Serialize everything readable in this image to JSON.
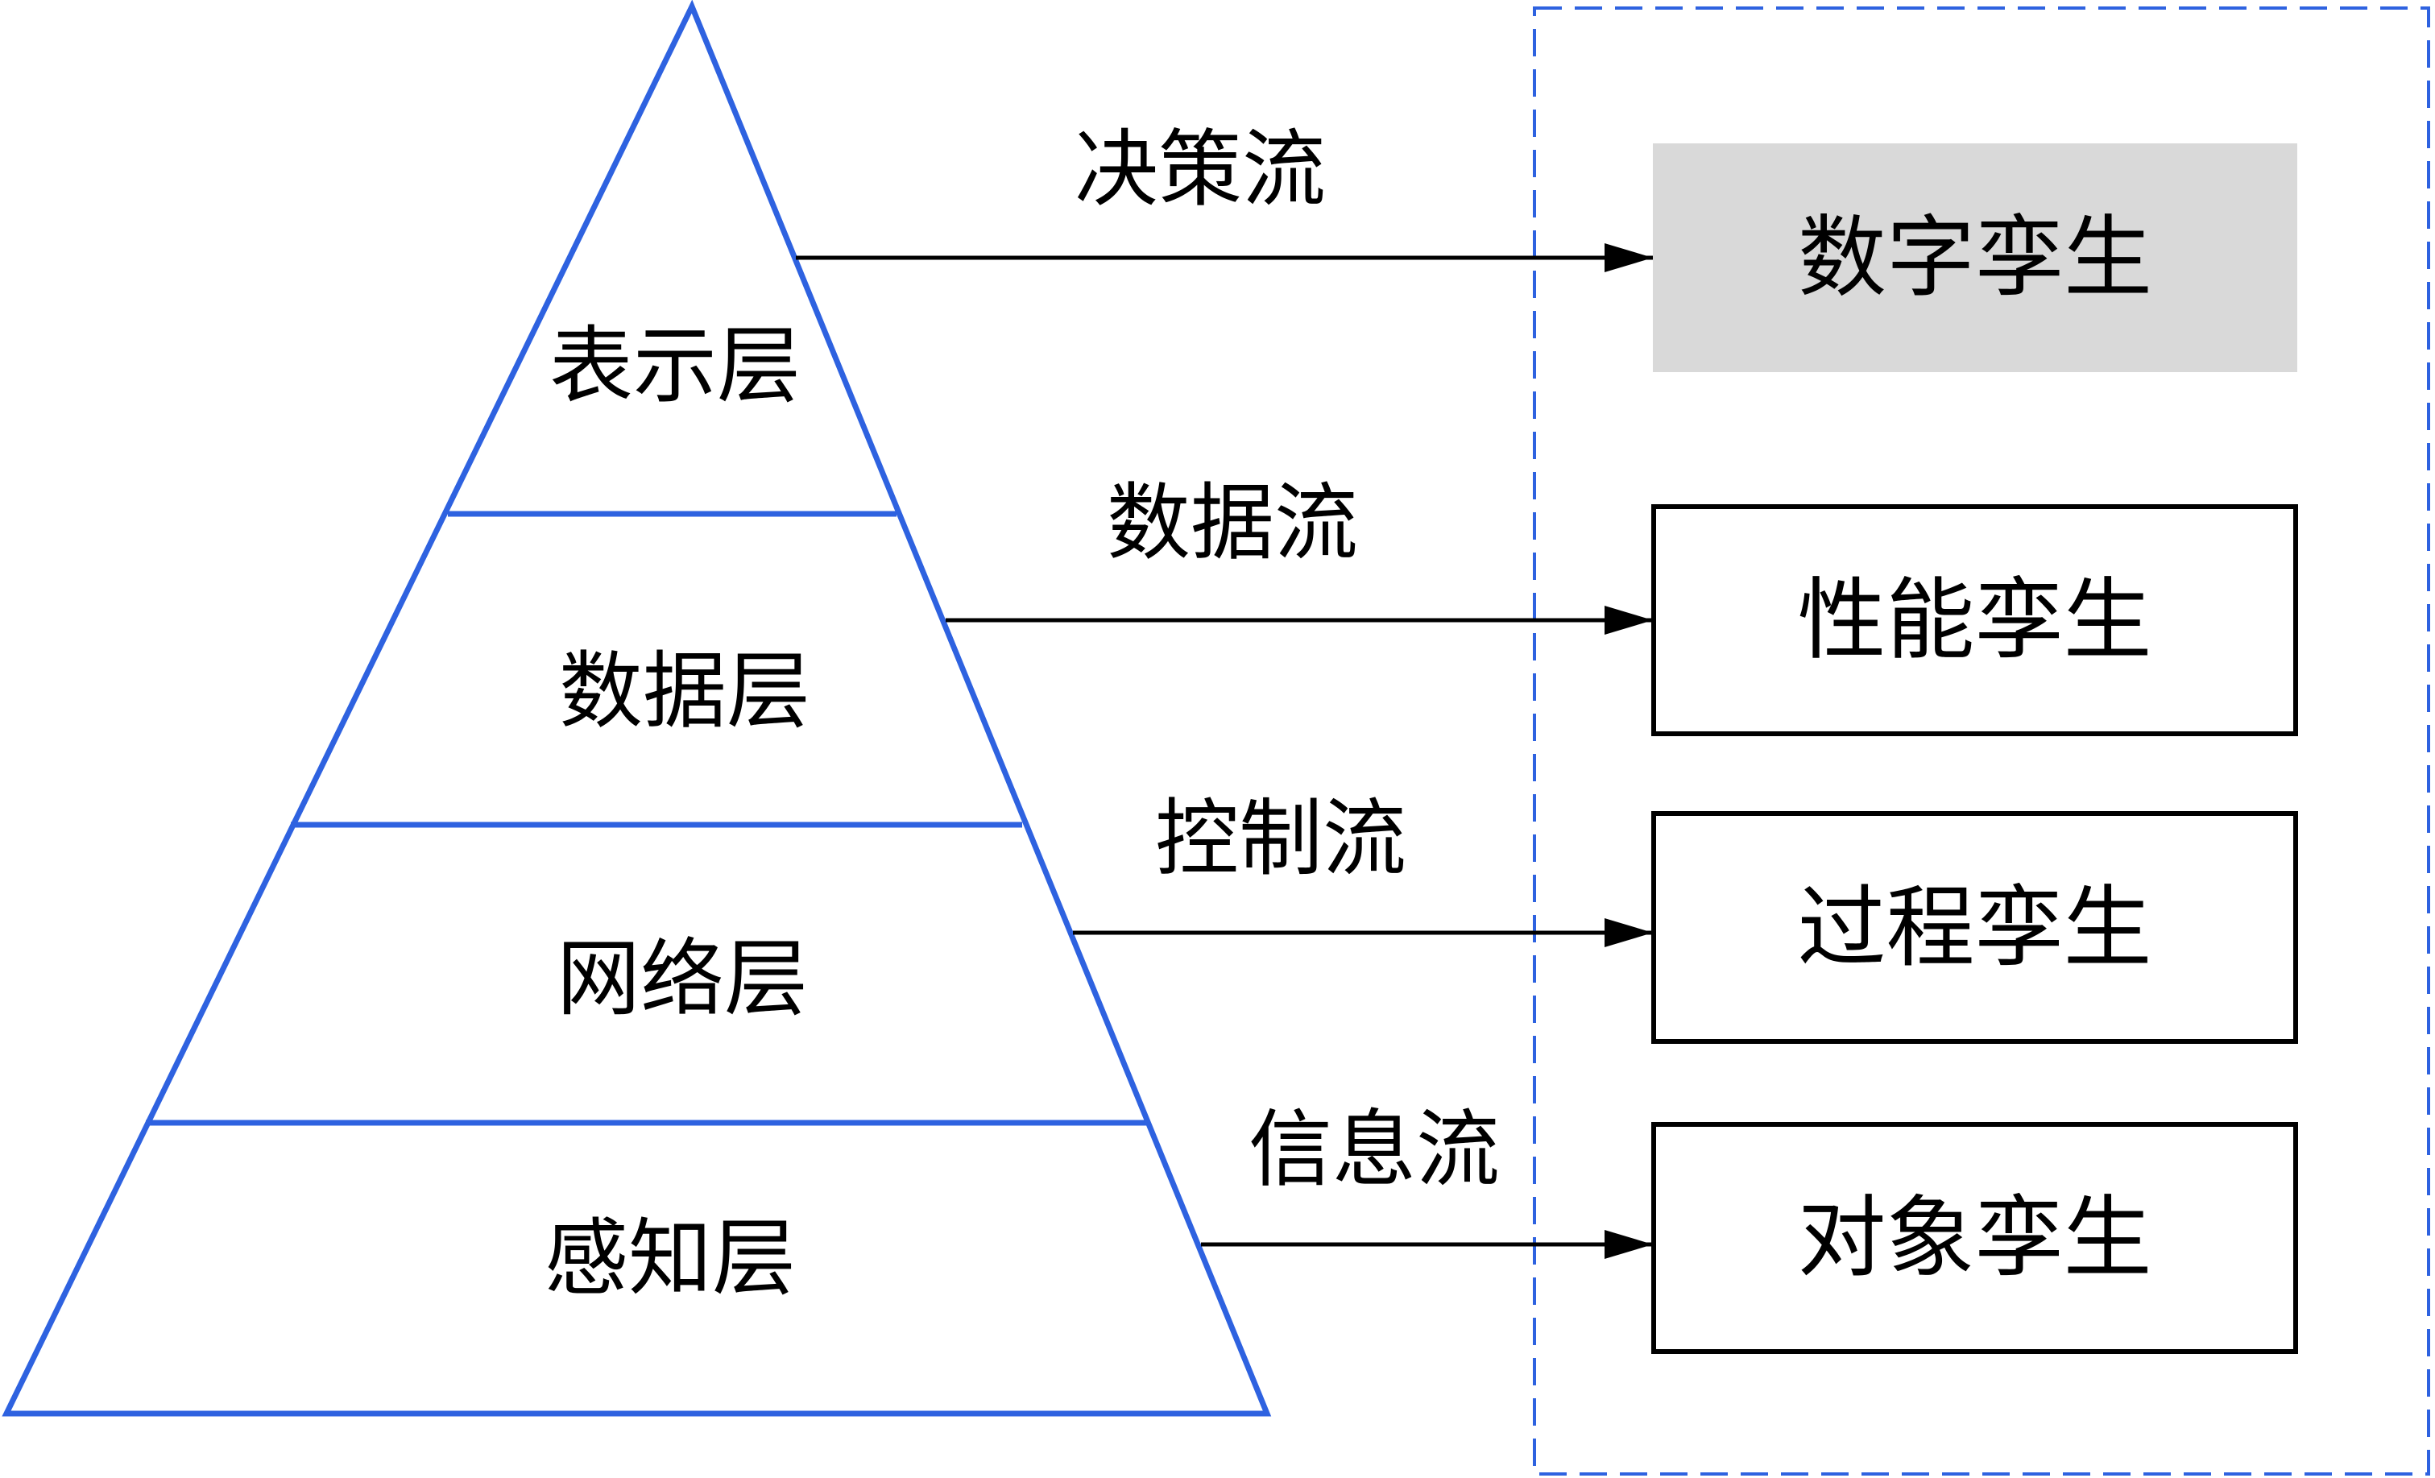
{
  "colors": {
    "pyramid_stroke": "#2e62e0",
    "dashed_border": "#2e62e0",
    "arrow": "#000000",
    "highlight_box_fill": "#d9d9d9",
    "box_stroke": "#000000"
  },
  "pyramid": {
    "layers": [
      {
        "label": "表示层"
      },
      {
        "label": "数据层"
      },
      {
        "label": "网络层"
      },
      {
        "label": "感知层"
      }
    ]
  },
  "flows": [
    {
      "label": "决策流"
    },
    {
      "label": "数据流"
    },
    {
      "label": "控制流"
    },
    {
      "label": "信息流"
    }
  ],
  "twins": [
    {
      "label": "数字孪生",
      "highlighted": true
    },
    {
      "label": "性能孪生",
      "highlighted": false
    },
    {
      "label": "过程孪生",
      "highlighted": false
    },
    {
      "label": "对象孪生",
      "highlighted": false
    }
  ]
}
